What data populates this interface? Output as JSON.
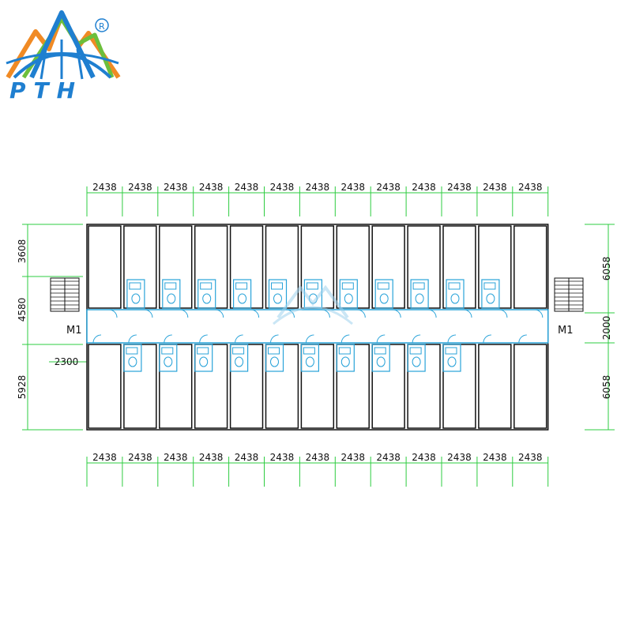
{
  "logo": {
    "brand": "PTH",
    "registered_mark": "®",
    "colors": {
      "blue": "#1f7fd0",
      "orange": "#f08a24",
      "green": "#6cbf3c"
    }
  },
  "plan": {
    "column_count": 13,
    "top_dimensions": [
      "2438",
      "2438",
      "2438",
      "2438",
      "2438",
      "2438",
      "2438",
      "2438",
      "2438",
      "2438",
      "2438",
      "2438",
      "2438"
    ],
    "bottom_dimensions": [
      "2438",
      "2438",
      "2438",
      "2438",
      "2438",
      "2438",
      "2438",
      "2438",
      "2438",
      "2438",
      "2438",
      "2438",
      "2438"
    ],
    "left_dimensions": {
      "top_row": "3608",
      "corridor": "4580",
      "bottom_row": "5928",
      "stair_offset": "2300"
    },
    "right_dimensions": {
      "top_row": "6058",
      "corridor": "2000",
      "bottom_row": "6058"
    },
    "door_labels": {
      "left": "M1",
      "right": "M1"
    },
    "colors": {
      "dimension": "#2ecc40",
      "wall": "#111111",
      "fixture": "#29a3d9",
      "watermark": "#9fd3ee"
    }
  }
}
